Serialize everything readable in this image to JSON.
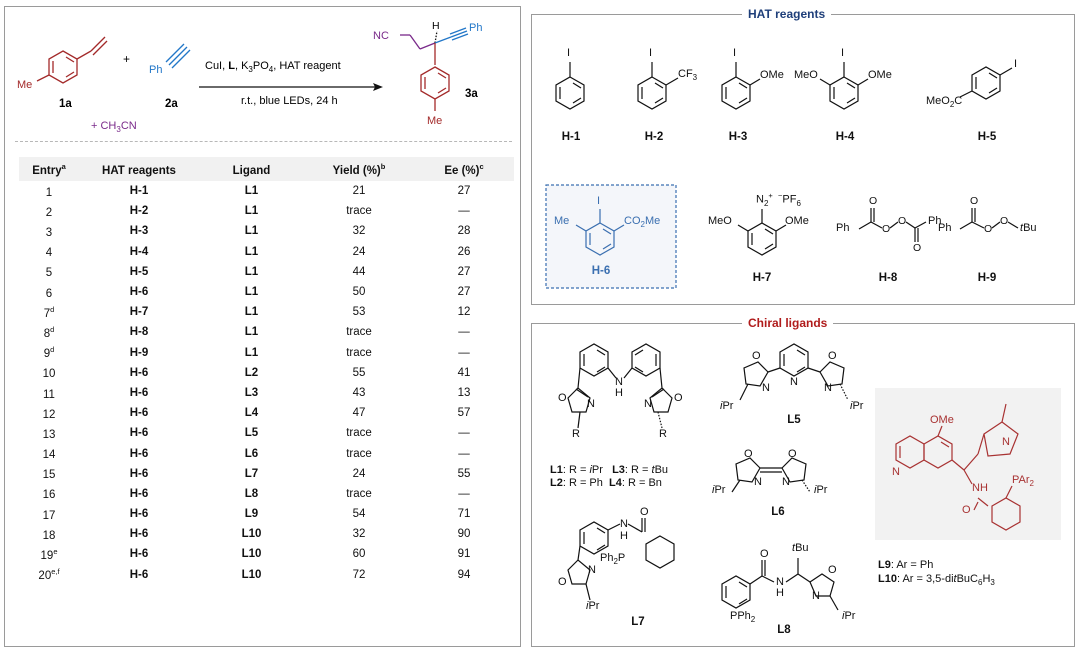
{
  "reaction": {
    "r1_label": "1a",
    "r1_sub": "Me",
    "plus1": "+",
    "r2_label": "2a",
    "r2_sub": "Ph",
    "r3": "+ CH",
    "r3_sub": "3",
    "r3_tail": "CN",
    "cond_a": "CuI, ",
    "cond_b": "L",
    "cond_c": ", K",
    "cond_c_sub1": "3",
    "cond_d": "PO",
    "cond_d_sub": "4",
    "cond_e": ", HAT reagent",
    "cond_line2": "r.t., blue LEDs, 24 h",
    "p_label": "3a",
    "p_nc": "NC",
    "p_h": "H",
    "p_ph": "Ph",
    "p_me": "Me"
  },
  "table": {
    "headers": [
      {
        "text": "Entry",
        "sup": "a"
      },
      {
        "text": "HAT reagents",
        "sup": ""
      },
      {
        "text": "Ligand",
        "sup": ""
      },
      {
        "text": "Yield (%)",
        "sup": "b"
      },
      {
        "text": "Ee (%)",
        "sup": "c"
      }
    ],
    "rows": [
      {
        "entry": "1",
        "sup": "",
        "hat": "H-1",
        "ligand": "L1",
        "yield": "21",
        "ee": "27"
      },
      {
        "entry": "2",
        "sup": "",
        "hat": "H-2",
        "ligand": "L1",
        "yield": "trace",
        "ee": "—"
      },
      {
        "entry": "3",
        "sup": "",
        "hat": "H-3",
        "ligand": "L1",
        "yield": "32",
        "ee": "28"
      },
      {
        "entry": "4",
        "sup": "",
        "hat": "H-4",
        "ligand": "L1",
        "yield": "24",
        "ee": "26"
      },
      {
        "entry": "5",
        "sup": "",
        "hat": "H-5",
        "ligand": "L1",
        "yield": "44",
        "ee": "27"
      },
      {
        "entry": "6",
        "sup": "",
        "hat": "H-6",
        "ligand": "L1",
        "yield": "50",
        "ee": "27"
      },
      {
        "entry": "7",
        "sup": "d",
        "hat": "H-7",
        "ligand": "L1",
        "yield": "53",
        "ee": "12"
      },
      {
        "entry": "8",
        "sup": "d",
        "hat": "H-8",
        "ligand": "L1",
        "yield": "trace",
        "ee": "—"
      },
      {
        "entry": "9",
        "sup": "d",
        "hat": "H-9",
        "ligand": "L1",
        "yield": "trace",
        "ee": "—"
      },
      {
        "entry": "10",
        "sup": "",
        "hat": "H-6",
        "ligand": "L2",
        "yield": "55",
        "ee": "41"
      },
      {
        "entry": "11",
        "sup": "",
        "hat": "H-6",
        "ligand": "L3",
        "yield": "43",
        "ee": "13"
      },
      {
        "entry": "12",
        "sup": "",
        "hat": "H-6",
        "ligand": "L4",
        "yield": "47",
        "ee": "57"
      },
      {
        "entry": "13",
        "sup": "",
        "hat": "H-6",
        "ligand": "L5",
        "yield": "trace",
        "ee": "—"
      },
      {
        "entry": "14",
        "sup": "",
        "hat": "H-6",
        "ligand": "L6",
        "yield": "trace",
        "ee": "—"
      },
      {
        "entry": "15",
        "sup": "",
        "hat": "H-6",
        "ligand": "L7",
        "yield": "24",
        "ee": "55"
      },
      {
        "entry": "16",
        "sup": "",
        "hat": "H-6",
        "ligand": "L8",
        "yield": "trace",
        "ee": "—"
      },
      {
        "entry": "17",
        "sup": "",
        "hat": "H-6",
        "ligand": "L9",
        "yield": "54",
        "ee": "71"
      },
      {
        "entry": "18",
        "sup": "",
        "hat": "H-6",
        "ligand": "L10",
        "yield": "32",
        "ee": "90"
      },
      {
        "entry": "19",
        "sup": "e",
        "hat": "H-6",
        "ligand": "L10",
        "yield": "60",
        "ee": "91"
      },
      {
        "entry": "20",
        "sup": "e,f",
        "hat": "H-6",
        "ligand": "L10",
        "yield": "72",
        "ee": "94"
      }
    ]
  },
  "hat": {
    "title": "HAT reagents",
    "h1": "H-1",
    "h2": "H-2",
    "h3": "H-3",
    "h4": "H-4",
    "h5": "H-5",
    "h6": "H-6",
    "h7": "H-7",
    "h8": "H-8",
    "h9": "H-9",
    "i": "I",
    "cf": "CF",
    "cf_sub": "3",
    "ome": "OMe",
    "meo": "MeO",
    "meo2c": "MeO",
    "meo2c_sub": "2",
    "meo2c_tail": "C",
    "me": "Me",
    "co2me": "CO",
    "co2me_sub": "2",
    "co2me_tail": "Me",
    "n2": "N",
    "n2_sub": "2",
    "n2_sup": "+",
    "pf6_sup": "−",
    "pf6": "PF",
    "pf6_sub": "6",
    "ph": "Ph",
    "o": "O",
    "tbu_t": "t",
    "tbu": "Bu"
  },
  "ligands": {
    "title": "Chiral ligands",
    "l5": "L5",
    "l6": "L6",
    "l7": "L7",
    "l8": "L8",
    "o": "O",
    "n": "N",
    "h": "H",
    "r": "R",
    "ipr_i": "i",
    "ipr": "Pr",
    "ph2p": "Ph",
    "ph2p_sub": "2",
    "ph2p_tail": "P",
    "pph2": "PPh",
    "pph2_sub": "2",
    "tbu_t": "t",
    "tbu": "Bu",
    "ome": "OMe",
    "nh": "NH",
    "par2": "PAr",
    "par2_sub": "2",
    "leg1_a": "L1",
    "leg1_b": ": R = ",
    "leg1_i": "i",
    "leg1_c": "Pr",
    "leg2_a": "L2",
    "leg2_b": ": R = Ph",
    "leg3_a": "L3",
    "leg3_b": ": R = ",
    "leg3_i": "t",
    "leg3_c": "Bu",
    "leg4_a": "L4",
    "leg4_b": ": R = Bn",
    "leg9_a": "L9",
    "leg9_b": ": Ar = Ph",
    "leg10_a": "L10",
    "leg10_b": ": Ar = 3,5-di",
    "leg10_i": "t",
    "leg10_c": "BuC",
    "leg10_sub1": "6",
    "leg10_d": "H",
    "leg10_sub2": "3"
  },
  "colors": {
    "reactant_red": "#a32a2a",
    "alkyne_blue": "#2277c8",
    "acetonitrile_purple": "#7a2a8a",
    "hat_title_blue": "#1f3f7a",
    "ligand_title_red": "#b01c1c",
    "highlight_blue": "#3a6fb0",
    "cinchona_red": "#a83232"
  }
}
